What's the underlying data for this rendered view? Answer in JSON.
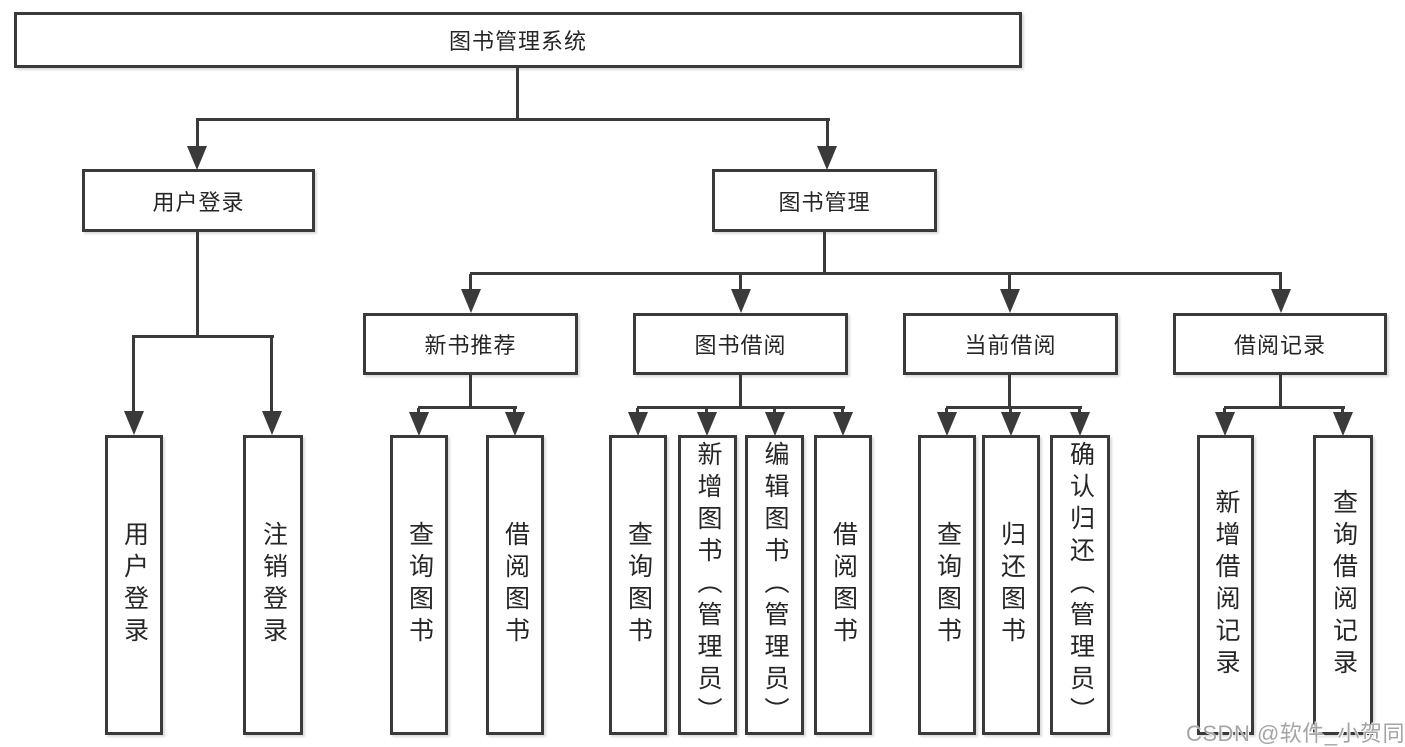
{
  "diagram": {
    "root": {
      "label": "图书管理系统"
    },
    "branches": [
      {
        "label": "用户登录",
        "children": [
          {
            "label": "用户登录"
          },
          {
            "label": "注销登录"
          }
        ]
      },
      {
        "label": "图书管理",
        "children": [
          {
            "label": "新书推荐",
            "children": [
              {
                "label": "查询图书"
              },
              {
                "label": "借阅图书"
              }
            ]
          },
          {
            "label": "图书借阅",
            "children": [
              {
                "label": "查询图书"
              },
              {
                "label": "新增图书（管理员）"
              },
              {
                "label": "编辑图书（管理员）"
              },
              {
                "label": "借阅图书"
              }
            ]
          },
          {
            "label": "当前借阅",
            "children": [
              {
                "label": "查询图书"
              },
              {
                "label": "归还图书"
              },
              {
                "label": "确认归还（管理员）"
              }
            ]
          },
          {
            "label": "借阅记录",
            "children": [
              {
                "label": "新增借阅记录"
              },
              {
                "label": "查询借阅记录"
              }
            ]
          }
        ]
      }
    ]
  },
  "watermark": {
    "text": "CSDN @软件_小贺同学"
  },
  "colors": {
    "line": "#3a3a3a",
    "text": "#262626",
    "background": "#ffffff",
    "watermark": "#a5a5a5"
  }
}
